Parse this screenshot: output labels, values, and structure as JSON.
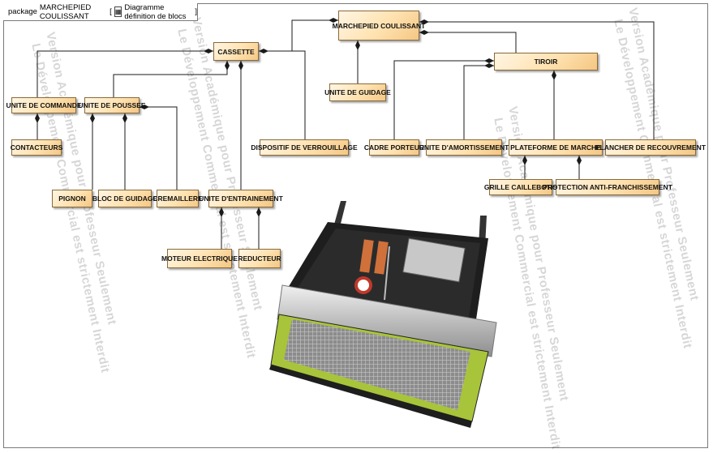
{
  "header": {
    "package_keyword": "package",
    "package_name": "MARCHEPIED COULISSANT",
    "diagram_kind": "Diagramme définition de blocs"
  },
  "blocks": {
    "marchepied": "MARCHEPIED COULISSANT",
    "cassette": "CASSETTE",
    "tiroir": "TIROIR",
    "unite_guidage": "UNITE DE GUIDAGE",
    "unite_commande": "UNITE DE COMMANDE",
    "unite_poussee": "UNITE DE POUSSEE",
    "contacteurs": "CONTACTEURS",
    "pignon": "PIGNON",
    "bloc_guidage": "BLOC DE GUIDAGE",
    "cremaillere": "CREMAILLERE",
    "unite_entrainement": "UNITE D'ENTRAINEMENT",
    "moteur": "MOTEUR ELECTRIQUE",
    "reducteur": "REDUCTEUR",
    "dispositif_verrouillage": "DISPOSITIF DE VERROUILLAGE",
    "cadre_porteur": "CADRE PORTEUR",
    "unite_amortissement": "UNITE D'AMORTISSEMENT",
    "plateforme": "PLATEFORME DE MARCHE",
    "plancher": "PLANCHER DE RECOUVREMENT",
    "grille": "GRILLE CAILLEBOTIS",
    "protection": "PROTECTION ANTI-FRANCHISSEMENT"
  },
  "watermark": {
    "line1": "Version Académique pour Professeur Seulement",
    "line2": "Le Développement Commercial est strictement Interdit"
  },
  "colors": {
    "block_fill_light": "#fff6e4",
    "block_fill_dark": "#f4c784",
    "block_border": "#8a6a3a",
    "connector": "#1a1a1a",
    "photo_frame": "#1e1e1e",
    "photo_mat": "#a8c43a",
    "photo_grille": "#9a9a9a"
  }
}
